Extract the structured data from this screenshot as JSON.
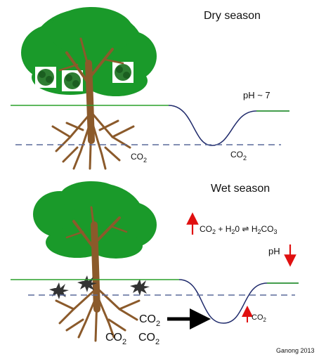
{
  "top_panel": {
    "title": "Dry season",
    "ph_label": "pH ~ 7",
    "co2_soil": {
      "base": "CO",
      "sub": "2"
    },
    "co2_pond": {
      "base": "CO",
      "sub": "2"
    }
  },
  "bottom_panel": {
    "title": "Wet season",
    "reaction": {
      "co2_base": "CO",
      "co2_sub": "2",
      "plus": " + ",
      "h2o_h": "H",
      "h2o_sub": "2",
      "h2o_rest": "0",
      "arrow": " ⇌ ",
      "h2co3_h": "H",
      "h2co3_sub1": "2",
      "h2co3_c": "CO",
      "h2co3_sub2": "3"
    },
    "ph_label": "pH",
    "co2_flow": {
      "base": "CO",
      "sub": "2"
    },
    "co2_pond": {
      "base": "CO",
      "sub": "2"
    },
    "co2_roots_left": {
      "base": "CO",
      "sub": "2"
    },
    "co2_roots_right": {
      "base": "CO",
      "sub": "2"
    }
  },
  "credit": "Ganong 2013",
  "colors": {
    "foliage": "#1a9a2a",
    "foliage_dark": "#0f6a1a",
    "trunk": "#8b5a2b",
    "ground_line": "#2aa02a",
    "water_line": "#1f2a6b",
    "water_table": "#5a6a9a",
    "increase_arrow": "#e01010",
    "flow_arrow": "#000000"
  }
}
